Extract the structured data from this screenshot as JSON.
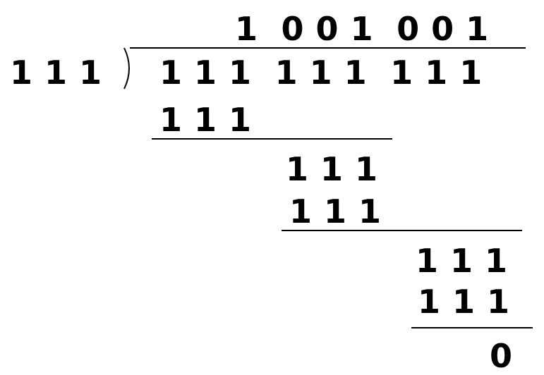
{
  "problem": {
    "quotient": "1  0 0 1  0 0 1",
    "divisor": "1 1 1",
    "dividend": "1 1 1  1 1 1  1 1 1"
  },
  "steps": [
    {
      "subtrahend": "1 1 1"
    },
    {
      "partial": "1 1 1",
      "subtrahend": "1 1 1"
    },
    {
      "partial": "1 1 1",
      "subtrahend": "1 1 1"
    }
  ],
  "remainder": "0"
}
